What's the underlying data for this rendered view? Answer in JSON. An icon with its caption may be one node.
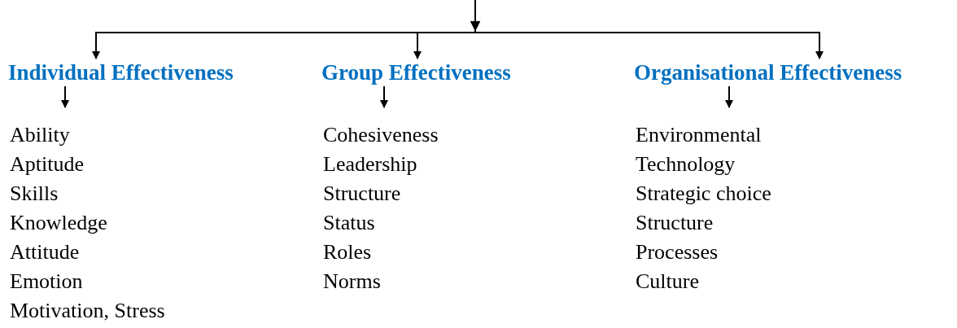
{
  "diagram": {
    "nodes": [
      {
        "text": [
          "Individual Effectiveness"
        ]
      },
      {
        "text": [
          "Group Effectiveness"
        ]
      },
      {
        "text": [
          "Organisational Effectiveness"
        ]
      },
      {
        "text": [
          "Ability",
          "Aptitude",
          "Skills",
          "Knowledge",
          "Attitude",
          "Emotion",
          "Motivation, Stress"
        ]
      },
      {
        "text": [
          "Cohesiveness",
          "Leadership",
          "Structure",
          "Status",
          "Roles",
          "Norms"
        ]
      },
      {
        "text": [
          "Environmental",
          "Technology",
          "Strategic choice",
          "Structure",
          "Processes",
          "Culture"
        ]
      }
    ],
    "edges": [
      {
        "from": null,
        "to": 0,
        "arrow": "to"
      },
      {
        "from": null,
        "to": 1,
        "arrow": "to"
      },
      {
        "from": null,
        "to": 2,
        "arrow": "to"
      },
      {
        "from": 0,
        "to": 3,
        "arrow": "to"
      },
      {
        "from": 1,
        "to": 4,
        "arrow": "to"
      },
      {
        "from": 2,
        "to": 5,
        "arrow": "to"
      }
    ]
  }
}
